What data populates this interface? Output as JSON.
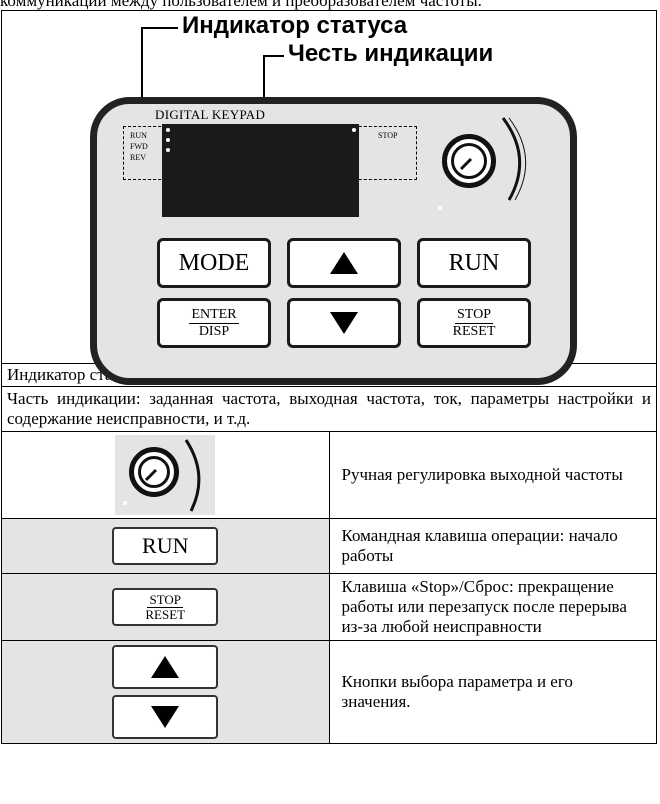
{
  "top_cutoff_text": "коммуникации между пользователем и преобразователем частоты.",
  "figure": {
    "label_status": "Индикатор статуса",
    "label_display": "Честь индикации",
    "keypad_title": "DIGITAL KEYPAD",
    "led_labels": [
      "RUN",
      "FWD",
      "REV"
    ],
    "stop_label": "STOP",
    "keys": {
      "mode": "MODE",
      "run": "RUN",
      "enter_top": "ENTER",
      "enter_bottom": "DISP",
      "stop_top": "STOP",
      "stop_bottom": "RESET"
    }
  },
  "rows": {
    "status_desc": "Индикатор статуса: статус операции",
    "display_desc": "Часть индикации: заданная частота, выходная частота, ток, параметры настройки и содержание неисправности, и т.д.",
    "knob_desc": "Ручная регулировка выходной частоты",
    "run_icon_label": "RUN",
    "run_desc": "Командная клавиша операции: начало работы",
    "stop_icon_top": "STOP",
    "stop_icon_bottom": "RESET",
    "stop_desc": "Клавиша «Stop»/Сброс: прекращение работы или перезапуск после перерыва из-за любой неисправности",
    "arrows_desc": "Кнопки выбора параметра и его значения."
  }
}
